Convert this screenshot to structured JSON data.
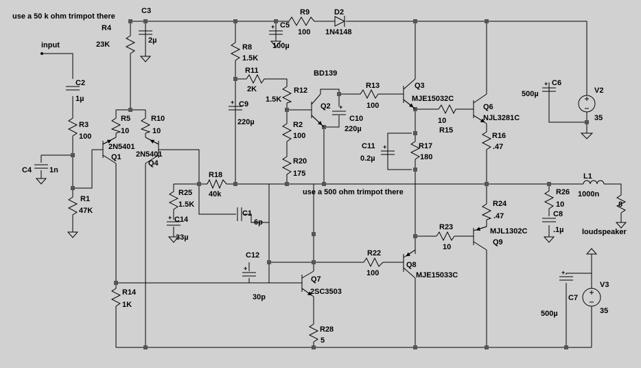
{
  "notes": {
    "trimpot_50k": "use a 50 k ohm trimpot there",
    "trimpot_500": "use a   500 ohm trimpot there",
    "input": "input",
    "loudspeaker": "loudspeaker"
  },
  "components": {
    "C3": {
      "ref": "C3",
      "val": "2µ"
    },
    "R4": {
      "ref": "R4",
      "val": "23K"
    },
    "R9": {
      "ref": "R9",
      "val": "100"
    },
    "D2": {
      "ref": "D2",
      "val": "1N4148"
    },
    "C5": {
      "ref": "C5",
      "val": "100µ"
    },
    "R8": {
      "ref": "R8",
      "val": "1.5K"
    },
    "R11": {
      "ref": "R11",
      "val": "2K"
    },
    "R12": {
      "ref": "R12",
      "val": "1.5K"
    },
    "C9": {
      "ref": "C9",
      "val": "220µ"
    },
    "R2": {
      "ref": "R2",
      "val": "100"
    },
    "R20": {
      "ref": "R20",
      "val": "175"
    },
    "Q2": {
      "ref": "Q2",
      "val": "BD139"
    },
    "C10": {
      "ref": "C10",
      "val": "220µ"
    },
    "R13": {
      "ref": "R13",
      "val": "100"
    },
    "Q3": {
      "ref": "Q3",
      "val": "MJE15032C"
    },
    "R15": {
      "ref": "R15",
      "val": "10"
    },
    "Q6": {
      "ref": "Q6",
      "val": "NJL3281C"
    },
    "R16": {
      "ref": "R16",
      "val": ".47"
    },
    "R17": {
      "ref": "R17",
      "val": "180"
    },
    "C11": {
      "ref": "C11",
      "val": "0.2µ"
    },
    "C6": {
      "ref": "C6",
      "val": "500µ"
    },
    "V2": {
      "ref": "V2",
      "val": "35"
    },
    "C2": {
      "ref": "C2",
      "val": "1µ"
    },
    "R3": {
      "ref": "R3",
      "val": "100"
    },
    "C4": {
      "ref": "C4",
      "val": "1n"
    },
    "R1": {
      "ref": "R1",
      "val": "47K"
    },
    "R5": {
      "ref": "R5",
      "val": "10"
    },
    "R10": {
      "ref": "R10",
      "val": "10"
    },
    "Q1": {
      "ref": "Q1",
      "val": "2N5401"
    },
    "Q4": {
      "ref": "Q4",
      "val": "2N5401"
    },
    "R18": {
      "ref": "R18",
      "val": "40k"
    },
    "R25": {
      "ref": "R25",
      "val": "1.5K"
    },
    "C14": {
      "ref": "C14",
      "val": "33µ"
    },
    "C1": {
      "ref": "C1",
      "val": "6p"
    },
    "L1": {
      "ref": "L1",
      "val": "1000n"
    },
    "R26": {
      "ref": "R26",
      "val": "10"
    },
    "C8": {
      "ref": "C8",
      "val": ".1µ"
    },
    "SPK": {
      "val": "8"
    },
    "R24": {
      "ref": "R24",
      "val": ".47"
    },
    "R23": {
      "ref": "R23",
      "val": "10"
    },
    "Q9": {
      "ref": "Q9",
      "val": "MJL1302C"
    },
    "C12": {
      "ref": "C12",
      "val": "30p"
    },
    "R22": {
      "ref": "R22",
      "val": "100"
    },
    "Q8": {
      "ref": "Q8",
      "val": "MJE15033C"
    },
    "Q7": {
      "ref": "Q7",
      "val": "2SC3503"
    },
    "R14": {
      "ref": "R14",
      "val": "1K"
    },
    "R28": {
      "ref": "R28",
      "val": "5"
    },
    "C7": {
      "ref": "C7",
      "val": "500µ"
    },
    "V3": {
      "ref": "V3",
      "val": "35"
    }
  }
}
